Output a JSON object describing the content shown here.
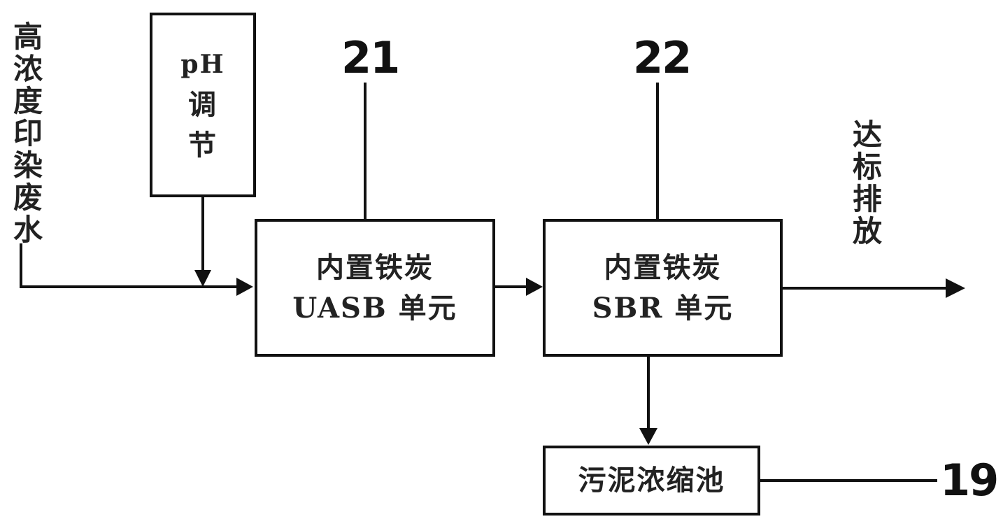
{
  "input_label": "高浓度印染废水",
  "ph_box": {
    "lines": [
      "pH",
      "调",
      "节"
    ]
  },
  "uasb_box": {
    "lines": [
      "内置铁炭",
      "UASB 单元"
    ]
  },
  "sbr_box": {
    "lines": [
      "内置铁炭",
      "SBR 单元"
    ]
  },
  "sludge_box": {
    "label": "污泥浓缩池"
  },
  "output_label": "达标排放",
  "ref_numbers": {
    "uasb": "21",
    "sbr": "22",
    "sludge": "19"
  }
}
